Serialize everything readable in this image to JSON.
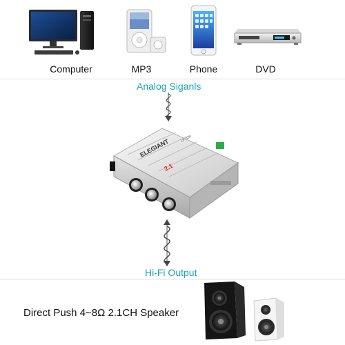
{
  "sources": [
    {
      "label": "Computer",
      "icon": "desktop-computer-icon"
    },
    {
      "label": "MP3",
      "icon": "mp3-player-icon"
    },
    {
      "label": "Phone",
      "icon": "smartphone-icon"
    },
    {
      "label": "DVD",
      "icon": "dvd-player-icon"
    }
  ],
  "analog_label": "Analog Siganls",
  "output_label": "Hi-Fi Output",
  "speaker_label": "Direct Push 4~8Ω 2.1CH Speaker",
  "amplifier": {
    "brand": "ELEGIANT",
    "model": "LP-838",
    "badge": "2.1"
  },
  "colors": {
    "accent": "#1aa3b5",
    "signal": "#555555"
  }
}
